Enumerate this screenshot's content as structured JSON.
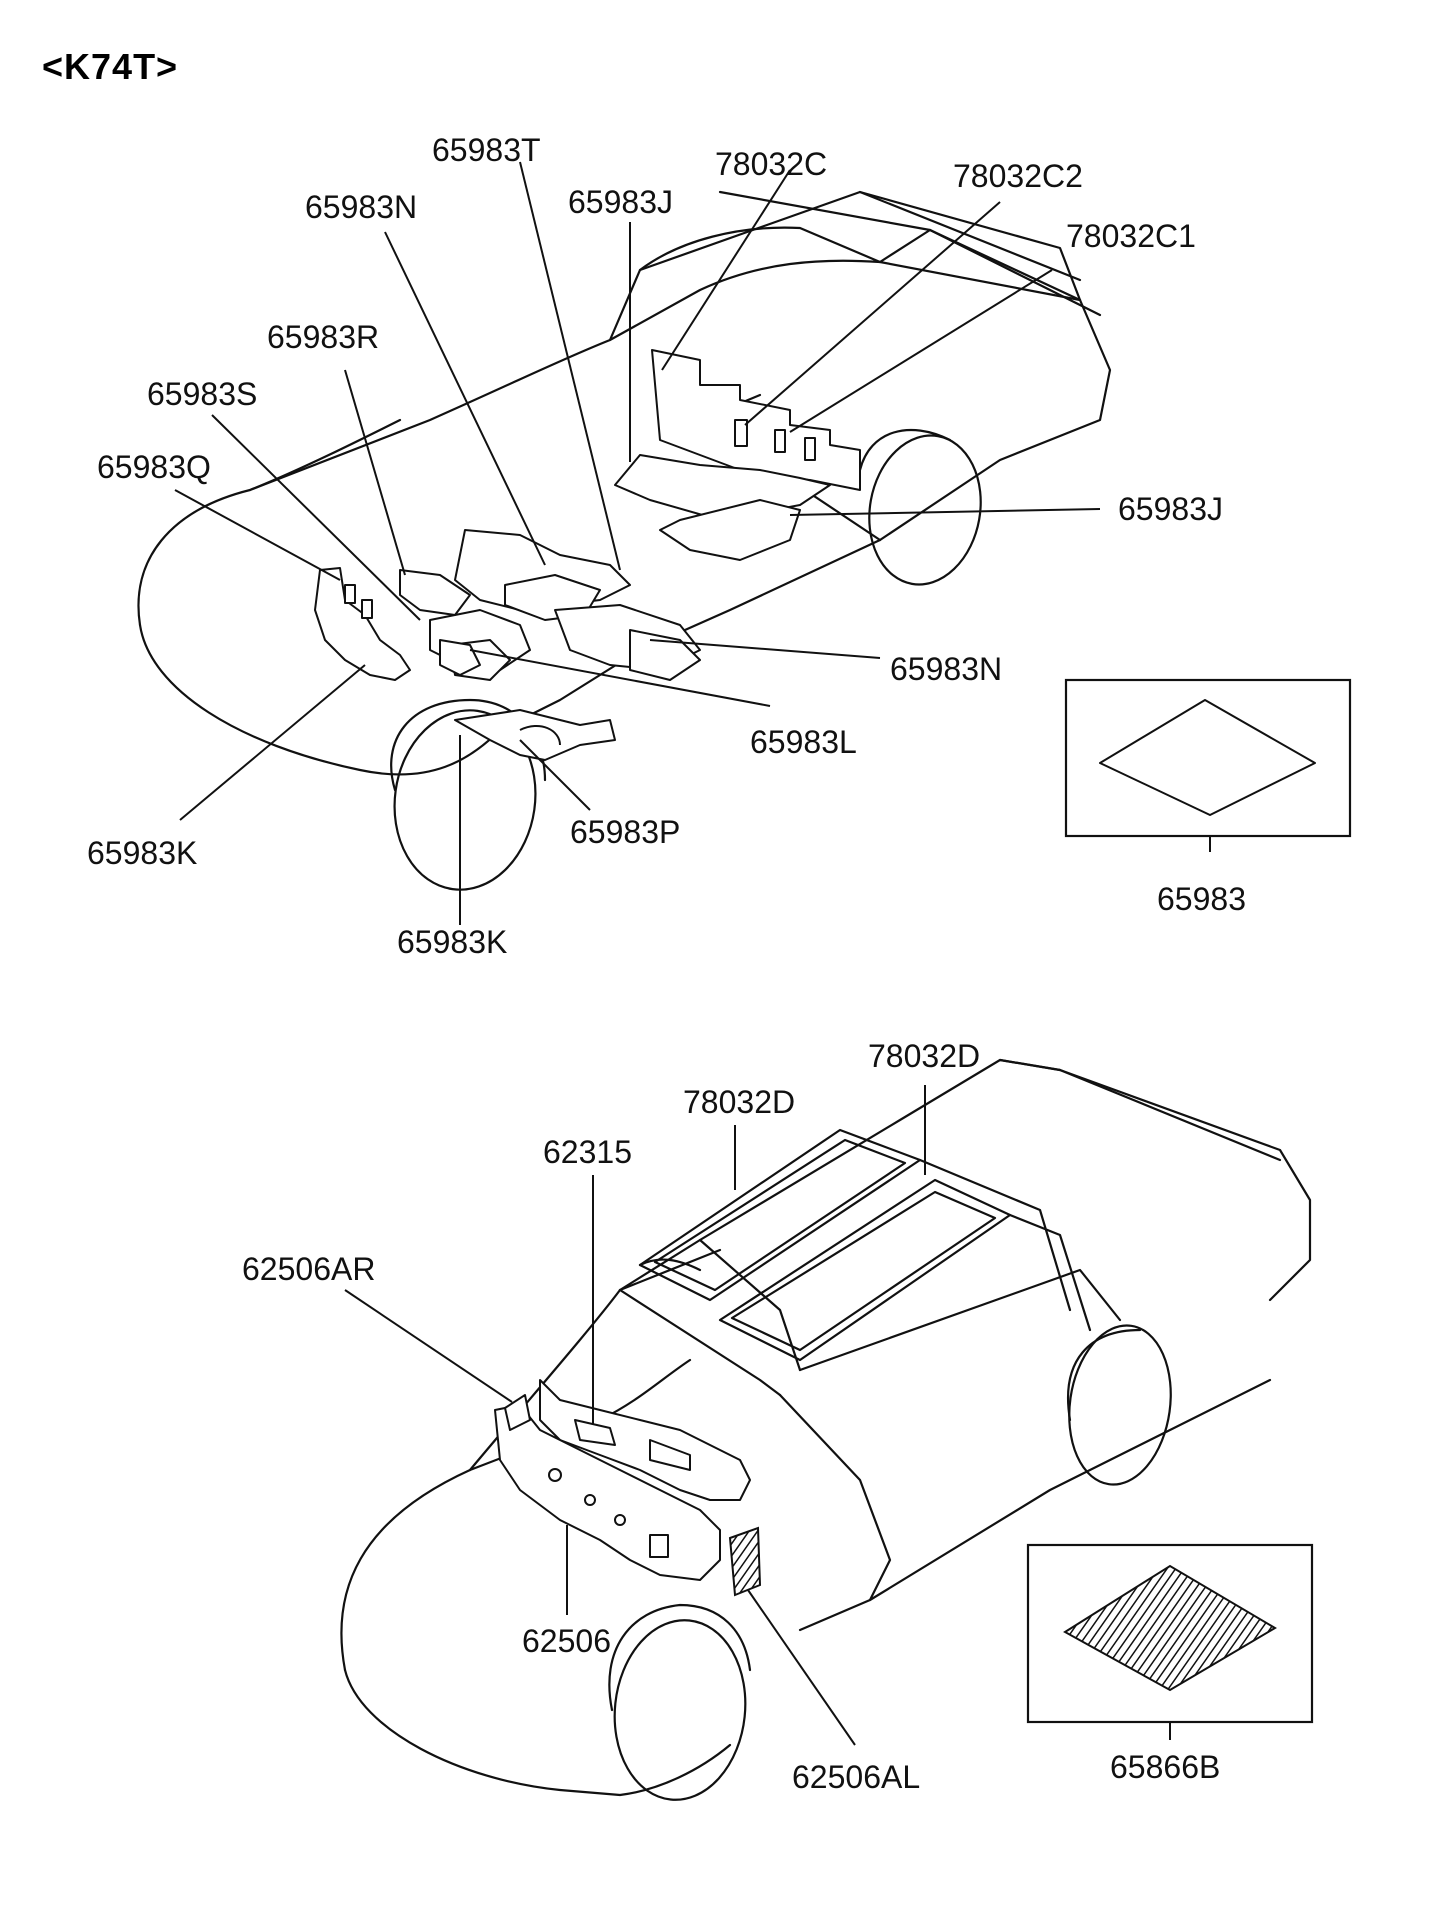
{
  "title": "<K74T>",
  "labels": {
    "l_65983T": "65983T",
    "l_78032C": "78032C",
    "l_78032C2": "78032C2",
    "l_65983N_top": "65983N",
    "l_65983J_top": "65983J",
    "l_78032C1": "78032C1",
    "l_65983R": "65983R",
    "l_65983S": "65983S",
    "l_65983Q": "65983Q",
    "l_65983J_right": "65983J",
    "l_65983N_right": "65983N",
    "l_65983L": "65983L",
    "l_65983K_left": "65983K",
    "l_65983P": "65983P",
    "l_65983K_bottom": "65983K",
    "l_65983": "65983",
    "l_78032D_right": "78032D",
    "l_78032D_left": "78032D",
    "l_62315": "62315",
    "l_62506AR": "62506AR",
    "l_62506": "62506",
    "l_62506AL": "62506AL",
    "l_65866B": "65866B"
  },
  "icons": {
    "top_drawing": "pickup-truck-floor-insulation-drawing",
    "bottom_drawing": "pickup-truck-dash-insulation-drawing",
    "pad_plain": "insulation-pad-icon",
    "pad_hatched": "hatched-insulation-pad-icon"
  }
}
